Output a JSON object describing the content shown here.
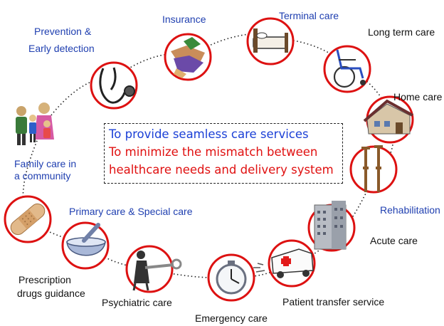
{
  "labels": {
    "prevention_line1": "Prevention &",
    "prevention_line2": "Early detection",
    "insurance": "Insurance",
    "terminal_care": "Terminal care",
    "long_term_care": "Long term care",
    "home_care": "Home care",
    "family_care_line1": "Family care in",
    "family_care_line2": "a community",
    "rehabilitation": "Rehabilitation",
    "primary_care": "Primary care & Special care",
    "acute_care": "Acute care",
    "prescription_line1": "Prescription",
    "prescription_line2": "drugs guidance",
    "psychiatric_care": "Psychiatric care",
    "patient_transfer": "Patient transfer service",
    "emergency_care": "Emergency care"
  },
  "center": {
    "line1": "To provide seamless care services",
    "line2": "To minimize the mismatch between",
    "line3": "healthcare needs and delivery system"
  },
  "colors": {
    "circle_ring": "#dd1111",
    "dotted_path": "#222222",
    "blue_text": "#1f3fb0",
    "center_blue": "#1a3fd6",
    "center_red": "#e01010"
  },
  "icons": [
    "family-icon",
    "stethoscope-icon",
    "handshake-icon",
    "bed-icon",
    "wheelchair-icon",
    "house-icon",
    "crutches-icon",
    "hospital-building-icon",
    "ambulance-icon",
    "stopwatch-icon",
    "person-with-key-icon",
    "mortar-pestle-icon",
    "bandage-icon"
  ]
}
